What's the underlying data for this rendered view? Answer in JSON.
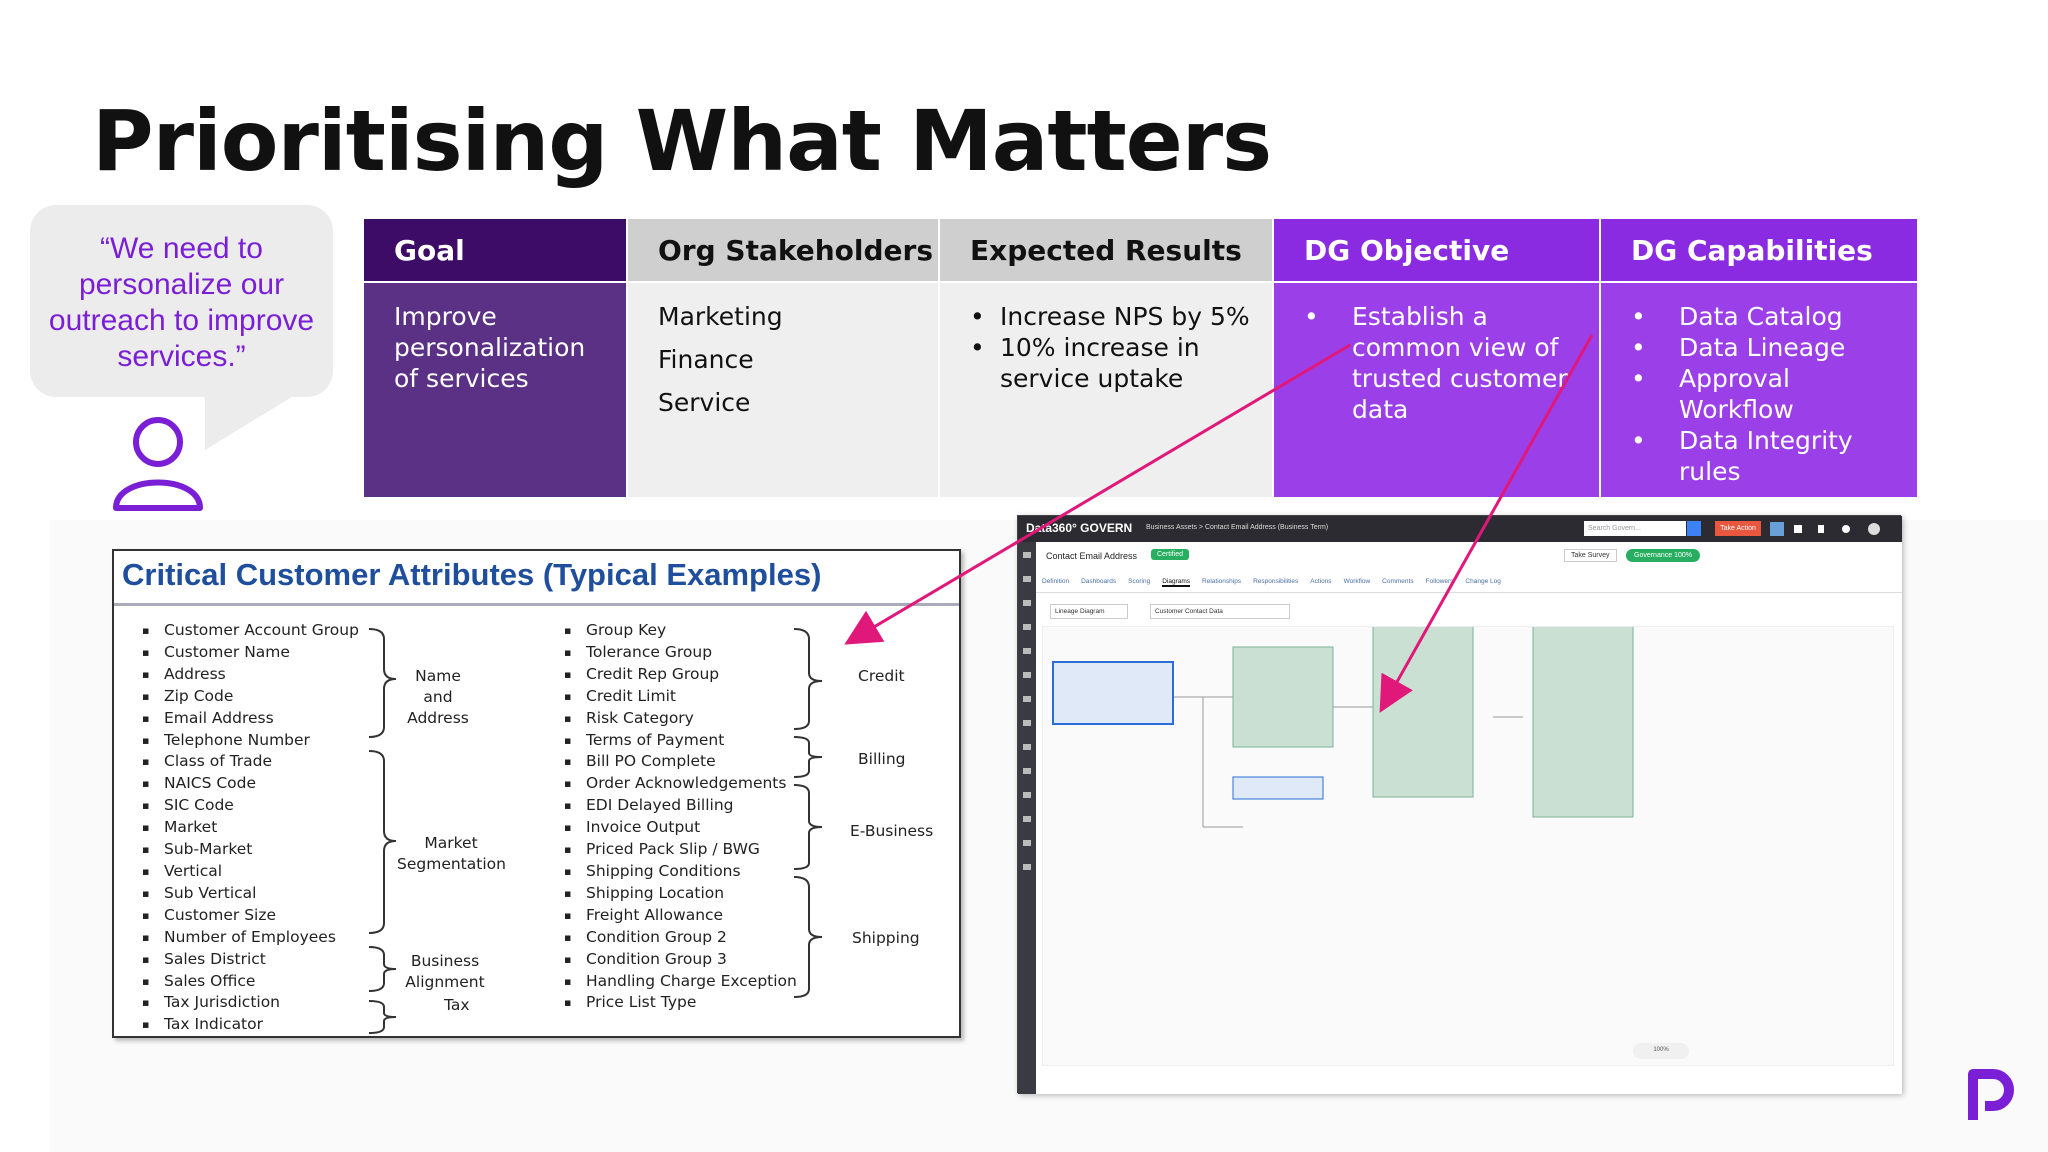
{
  "title": "Prioritising What Matters",
  "quote": "“We need to personalize our outreach to improve services.”",
  "table": {
    "goal": {
      "header": "Goal",
      "body": "Improve personalization of services"
    },
    "org": {
      "header": "Org Stakeholders",
      "items": [
        "Marketing",
        "Finance",
        "Service"
      ]
    },
    "expected": {
      "header": "Expected Results",
      "items": [
        "Increase NPS by 5%",
        "10% increase in service uptake"
      ]
    },
    "dg_objective": {
      "header": "DG Objective",
      "items": [
        "Establish a common view of trusted customer data"
      ]
    },
    "dg_capabilities": {
      "header": "DG Capabilities",
      "items": [
        "Data Catalog",
        "Data Lineage",
        "Approval Workflow",
        "Data Integrity rules"
      ]
    }
  },
  "attributes": {
    "title": "Critical Customer Attributes (Typical Examples)",
    "left_list": [
      "Customer Account Group",
      "Customer Name",
      "Address",
      "Zip Code",
      "Email Address",
      "Telephone Number",
      "Class of Trade",
      "NAICS Code",
      "SIC Code",
      "Market",
      "Sub-Market",
      "Vertical",
      "Sub Vertical",
      "Customer Size",
      "Number of Employees",
      "Sales District",
      "Sales Office",
      "Tax Jurisdiction",
      "Tax Indicator"
    ],
    "left_groups": [
      "Name and Address",
      "Market Segmentation",
      "Business Alignment",
      "Tax"
    ],
    "right_list": [
      "Group Key",
      "Tolerance Group",
      "Credit Rep Group",
      "Credit Limit",
      "Risk Category",
      "Terms of Payment",
      "Bill PO Complete",
      "Order Acknowledgements",
      "EDI Delayed Billing",
      "Invoice Output",
      "Priced Pack Slip / BWG",
      "Shipping Conditions",
      "Shipping Location",
      "Freight Allowance",
      "Condition Group 2",
      "Condition Group 3",
      "Handling Charge Exception",
      "Price List Type"
    ],
    "right_groups": [
      "Credit",
      "Billing",
      "E-Business",
      "Shipping"
    ]
  },
  "screenshot": {
    "brand": "Data360° GOVERN",
    "breadcrumb": "Business Assets  >  Contact Email Address (Business Term)",
    "search_placeholder": "Search Govern...",
    "action_button": "Take Action",
    "asset_name": "Contact Email Address",
    "certified": "Certified",
    "take_survey": "Take Survey",
    "governance": "Governance 100%",
    "tabs": [
      "Definition",
      "Dashboards",
      "Scoring",
      "Diagrams",
      "Relationships",
      "Responsibilities",
      "Actions",
      "Workflow",
      "Comments",
      "Followers",
      "Change Log"
    ],
    "active_tab": "Diagrams",
    "diagram_type": "Lineage Diagram",
    "diagram_filter": "Customer Contact Data",
    "zoom": "100%"
  },
  "colors": {
    "title": "#111111",
    "quote_text": "#7a1fd6",
    "goal_header": "#3c0c66",
    "goal_body": "#5a3184",
    "purple_header": "#8a2be2",
    "purple_body": "#9b3fe8",
    "arrow": "#e0187a",
    "attr_title": "#1f4e9c",
    "logo": "#7a1fd6"
  },
  "icons": {
    "person": "person-outline-icon",
    "logo": "brand-logo-icon"
  }
}
